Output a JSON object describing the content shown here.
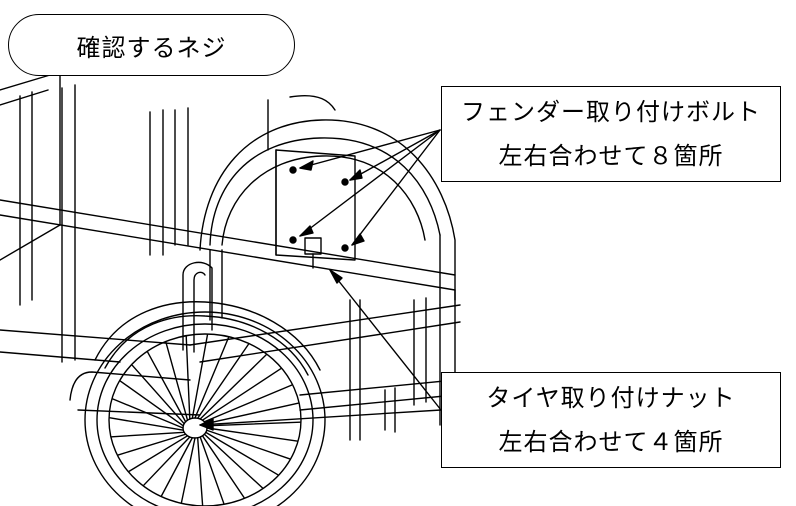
{
  "title": "確認するネジ",
  "callouts": {
    "fender": {
      "line1": "フェンダー取り付けボルト",
      "line2": "左右合わせて８箇所"
    },
    "tire": {
      "line1": "タイヤ取り付けナット",
      "line2": "左右合わせて４箇所"
    }
  }
}
